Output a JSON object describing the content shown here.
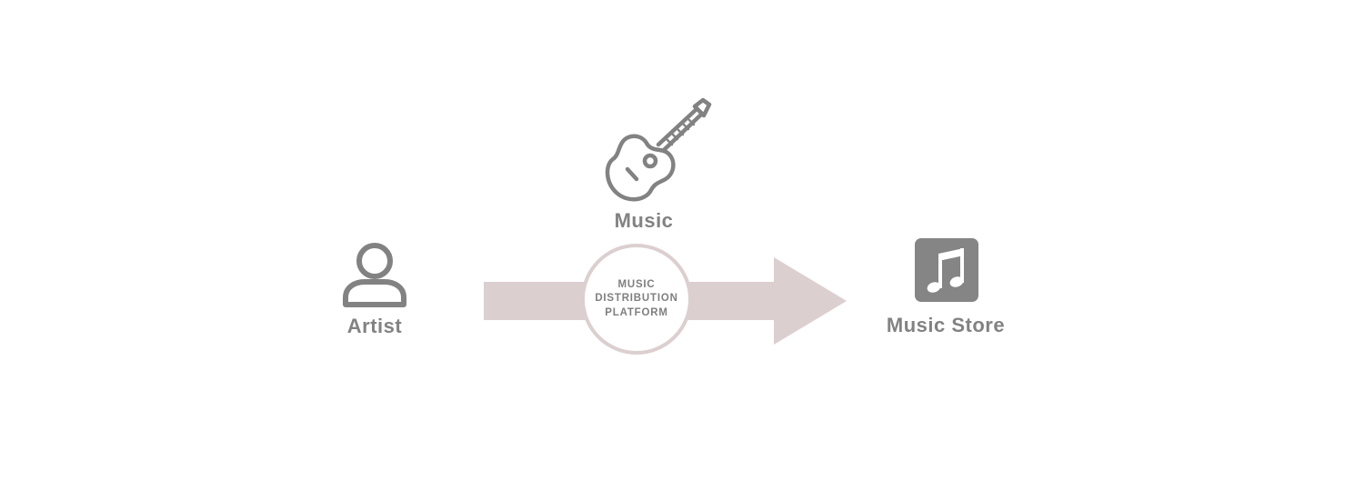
{
  "nodes": {
    "music": {
      "label": "Music",
      "icon": "guitar-icon"
    },
    "artist": {
      "label": "Artist",
      "icon": "person-icon"
    },
    "store": {
      "label": "Music Store",
      "icon": "music-note-icon"
    }
  },
  "platform": {
    "lines": [
      "MUSIC",
      "DISTRIBUTION",
      "PLATFORM"
    ]
  },
  "colors": {
    "icon_gray": "#828282",
    "arrow_pink": "#dccfd0",
    "store_tile": "#858585"
  }
}
